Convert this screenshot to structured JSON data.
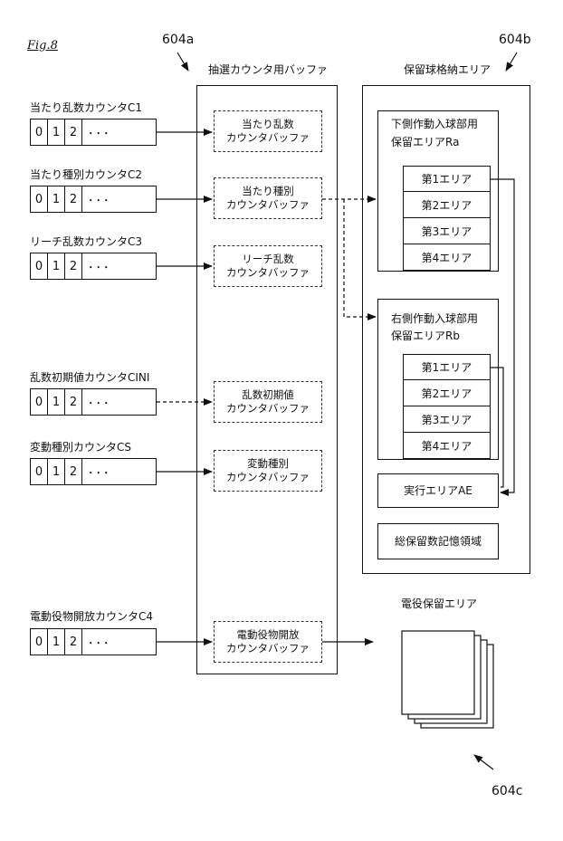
{
  "figure_label": "Fig.8",
  "refs": {
    "a": "604a",
    "b": "604b",
    "c": "604c"
  },
  "counters": [
    {
      "label": "当たり乱数カウンタC1",
      "cells": [
        "0",
        "1",
        "2",
        "･･･"
      ]
    },
    {
      "label": "当たり種別カウンタC2",
      "cells": [
        "0",
        "1",
        "2",
        "･･･"
      ]
    },
    {
      "label": "リーチ乱数カウンタC3",
      "cells": [
        "0",
        "1",
        "2",
        "･･･"
      ]
    },
    {
      "label": "乱数初期値カウンタCINI",
      "cells": [
        "0",
        "1",
        "2",
        "･･･"
      ]
    },
    {
      "label": "変動種別カウンタCS",
      "cells": [
        "0",
        "1",
        "2",
        "･･･"
      ]
    },
    {
      "label": "電動役物開放カウンタC4",
      "cells": [
        "0",
        "1",
        "2",
        "･･･"
      ]
    }
  ],
  "lottery_buffer": {
    "title": "抽選カウンタ用バッファ",
    "items": [
      {
        "line1": "当たり乱数",
        "line2": "カウンタバッファ"
      },
      {
        "line1": "当たり種別",
        "line2": "カウンタバッファ"
      },
      {
        "line1": "リーチ乱数",
        "line2": "カウンタバッファ"
      },
      {
        "line1": "乱数初期値",
        "line2": "カウンタバッファ"
      },
      {
        "line1": "変動種別",
        "line2": "カウンタバッファ"
      },
      {
        "line1": "電動役物開放",
        "line2": "カウンタバッファ"
      }
    ]
  },
  "hold_storage": {
    "title": "保留球格納エリア",
    "lower": {
      "line1": "下側作動入球部用",
      "line2": "保留エリアRa",
      "areas": [
        "第1エリア",
        "第2エリア",
        "第3エリア",
        "第4エリア"
      ]
    },
    "right": {
      "line1": "右側作動入球部用",
      "line2": "保留エリアRb",
      "areas": [
        "第1エリア",
        "第2エリア",
        "第3エリア",
        "第4エリア"
      ]
    },
    "exec_area": "実行エリアAE",
    "total_area": "総保留数記憶領域"
  },
  "denyaku_area": {
    "title": "電役保留エリア"
  }
}
